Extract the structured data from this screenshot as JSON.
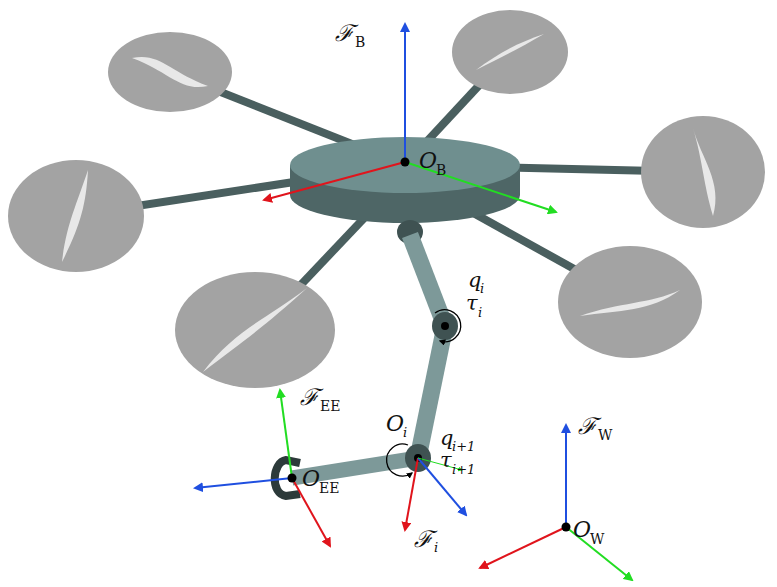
{
  "diagram": {
    "labels": [
      "ℱ",
      "B",
      "O",
      "B",
      "q",
      "i",
      "τ",
      "i",
      "ℱ",
      "EE",
      "O",
      "EE",
      "O",
      "i",
      "q",
      "i+1",
      "τ",
      "i+1",
      "ℱ",
      "i",
      "ℱ",
      "W",
      "O",
      "W"
    ]
  }
}
